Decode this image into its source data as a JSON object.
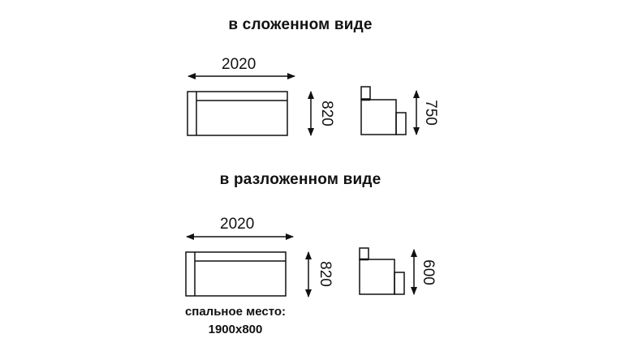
{
  "sections": [
    {
      "title": "в сложенном виде",
      "front_view": {
        "width_label": "2020",
        "height_label": "820"
      },
      "side_view": {
        "height_label": "750"
      }
    },
    {
      "title": "в разложенном виде",
      "front_view": {
        "width_label": "2020",
        "height_label": "820"
      },
      "side_view": {
        "height_label": "600"
      },
      "note": {
        "line1": "спальное место:",
        "line2": "1900x800"
      }
    }
  ]
}
